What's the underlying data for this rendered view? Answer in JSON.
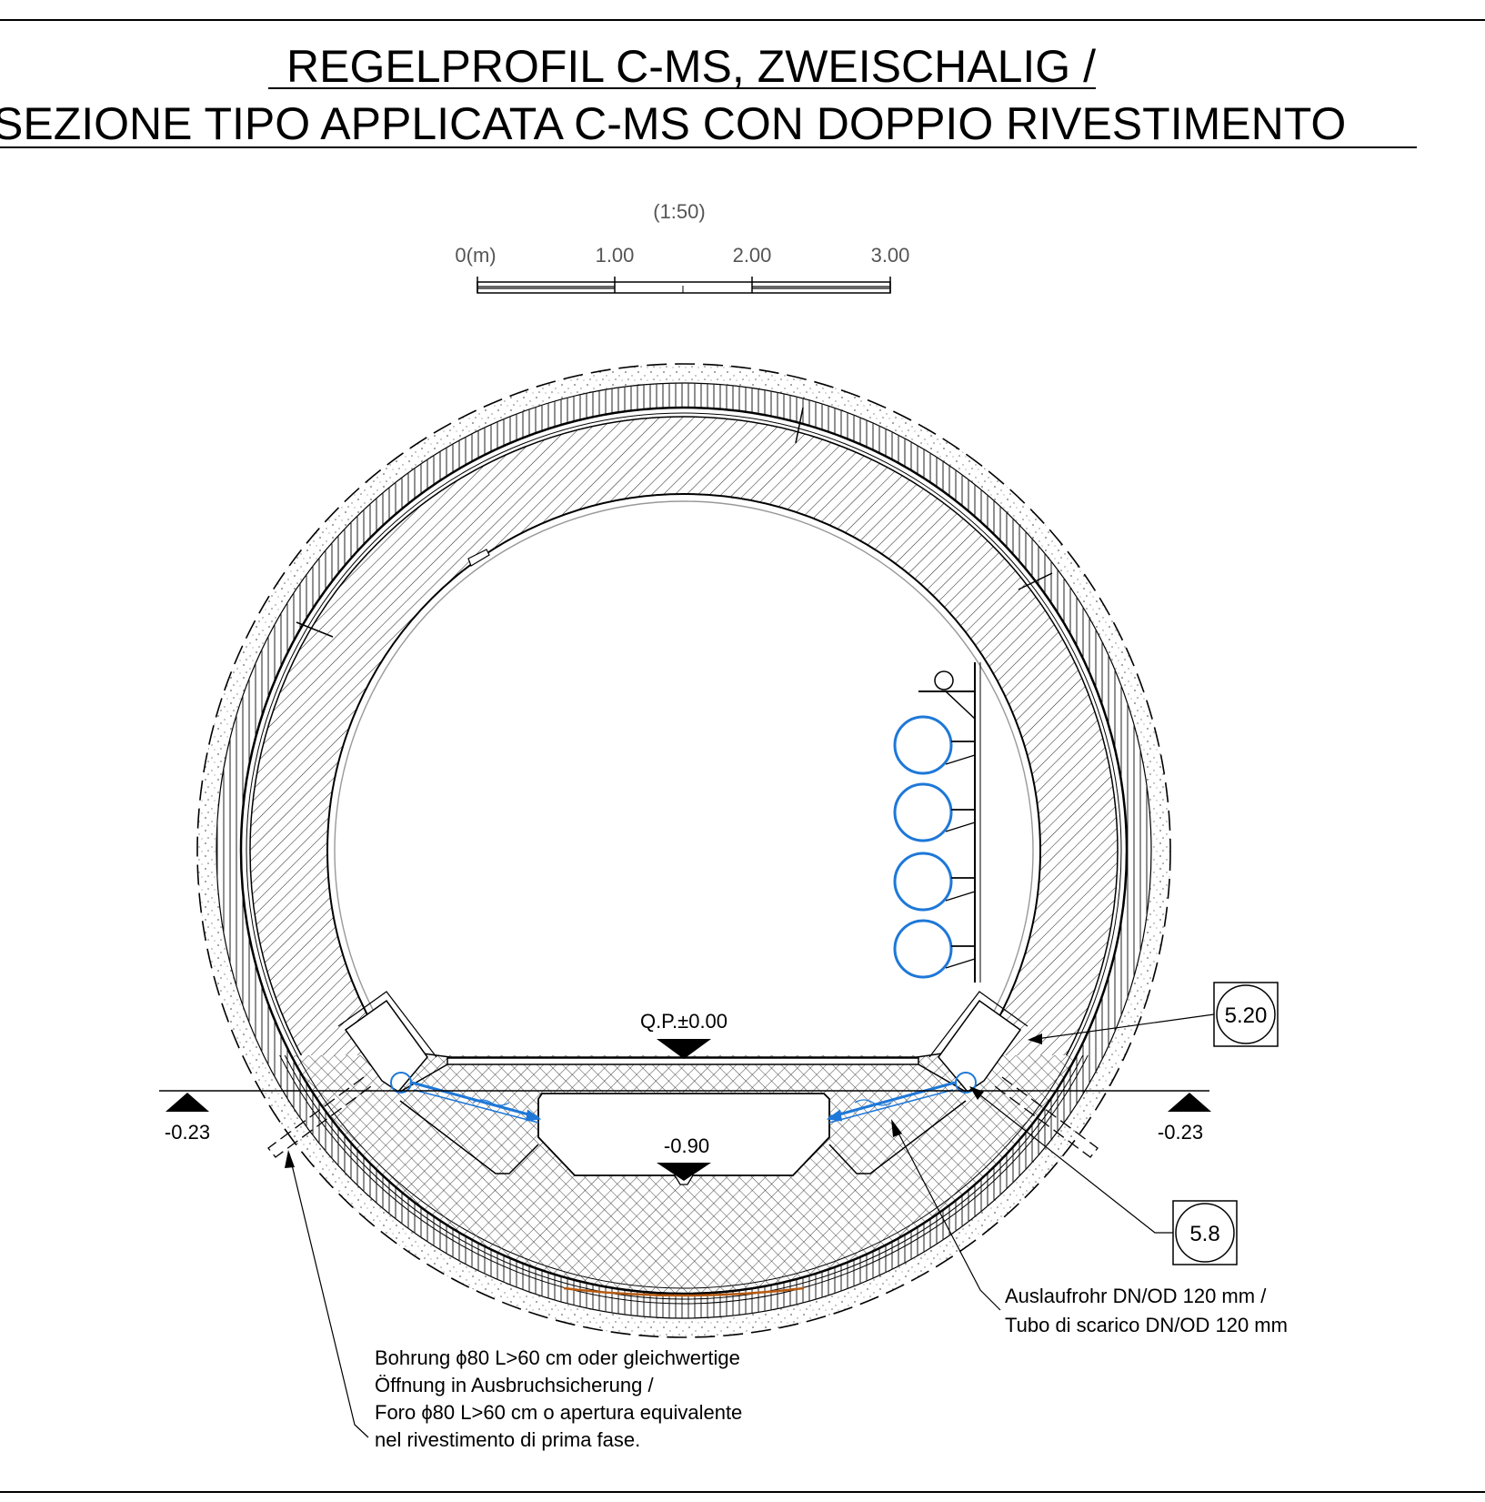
{
  "title": {
    "line1_underlined": "REGELPROFIL C-MS, ZWEISCHALIG",
    "line1_suffix": " /",
    "line2": "SEZIONE TIPO APPLICATA C-MS CON DOPPIO RIVESTIMENTO"
  },
  "scale_bar": {
    "ratio": "(1:50)",
    "labels": [
      "0(m)",
      "1.00",
      "2.00",
      "3.00"
    ]
  },
  "levels": {
    "top_of_rail": "Q.P.±0.00",
    "drain_bottom": "-0.90",
    "left_side": "-0.23",
    "right_side": "-0.23"
  },
  "detail_tags": [
    "5.20",
    "5.8"
  ],
  "annotations": {
    "outlet_pipe": [
      "Auslaufrohr DN/OD 120 mm /",
      "Tubo di scarico DN/OD 120 mm"
    ],
    "borehole": [
      "Bohrung ϕ80 L>60 cm oder gleichwertige",
      "Öffnung in Ausbruchsicherung /",
      "Foro ϕ80 L>60 cm o apertura equivalente",
      "nel rivestimento di prima fase."
    ]
  },
  "colors": {
    "line": "#000000",
    "drainage": "#1e78d8",
    "scale_text": "#555555",
    "bottom_accent": "#b85a10"
  }
}
